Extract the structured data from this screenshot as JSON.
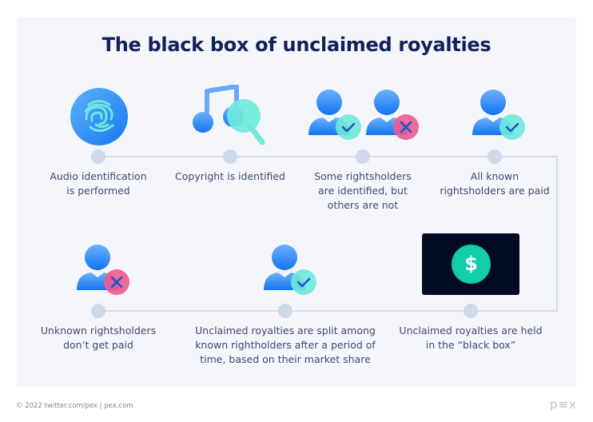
{
  "title": "The black box of unclaimed royalties",
  "steps": [
    {
      "label_lines": [
        "Audio identification",
        "is performed"
      ],
      "icon": "fingerprint-icon"
    },
    {
      "label_lines": [
        "Copyright is identified"
      ],
      "icon": "music-search-icon"
    },
    {
      "label_lines": [
        "Some rightsholders",
        "are identified, but",
        "others are not"
      ],
      "icon": "users-check-cross-icon"
    },
    {
      "label_lines": [
        "All known",
        "rightsholders are paid"
      ],
      "icon": "user-check-icon"
    },
    {
      "label_lines": [
        "Unclaimed royalties are held",
        "in the “black box”"
      ],
      "icon": "dollar-black-box-icon",
      "icon_text": "$"
    },
    {
      "label_lines": [
        "Unclaimed royalties are split among",
        "known rightholders after a period of",
        "time, based on their market share"
      ],
      "icon": "user-check-icon"
    },
    {
      "label_lines": [
        "Unknown rightsholders",
        "don’t get paid"
      ],
      "icon": "user-cross-icon"
    }
  ],
  "footer": {
    "credit": "© 2022  twitter.com/pex | pex.com",
    "logo": "p≡x"
  },
  "colors": {
    "title": "#13215a",
    "text": "#3d4a6e",
    "blue": "#1a7df5",
    "teal": "#6fe9dc",
    "pink": "#ef5a8c",
    "black_box": "#020b21",
    "dollar": "#12cda9",
    "timeline": "#d4ddec",
    "dot": "#cdd8e8"
  }
}
